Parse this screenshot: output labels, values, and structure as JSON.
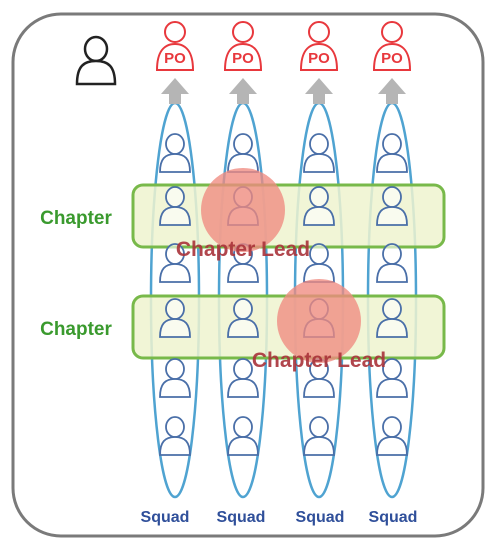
{
  "legend": {
    "icon": "person-icon"
  },
  "product_owner": {
    "label": "PO",
    "icon": "product-owner-icon",
    "color": "#e8383d"
  },
  "squads": [
    {
      "label": "Squad"
    },
    {
      "label": "Squad"
    },
    {
      "label": "Squad"
    },
    {
      "label": "Squad"
    }
  ],
  "chapters": [
    {
      "label": "Chapter",
      "lead_label": "Chapter Lead",
      "lead_squad": 2
    },
    {
      "label": "Chapter",
      "lead_label": "Chapter Lead",
      "lead_squad": 3
    }
  ],
  "members_per_squad": 6,
  "colors": {
    "squad_outline": "#4fa3d1",
    "member_outline": "#4a6fa8",
    "chapter_fill": "#eef3cf",
    "chapter_outline": "#78b94a",
    "chapter_text": "#3a9a2e",
    "lead_fill": "#f08a80",
    "lead_text": "#a8323a",
    "squad_text": "#2f4f9a",
    "arrow": "#b5b5b5",
    "frame": "#7a7a7a"
  }
}
